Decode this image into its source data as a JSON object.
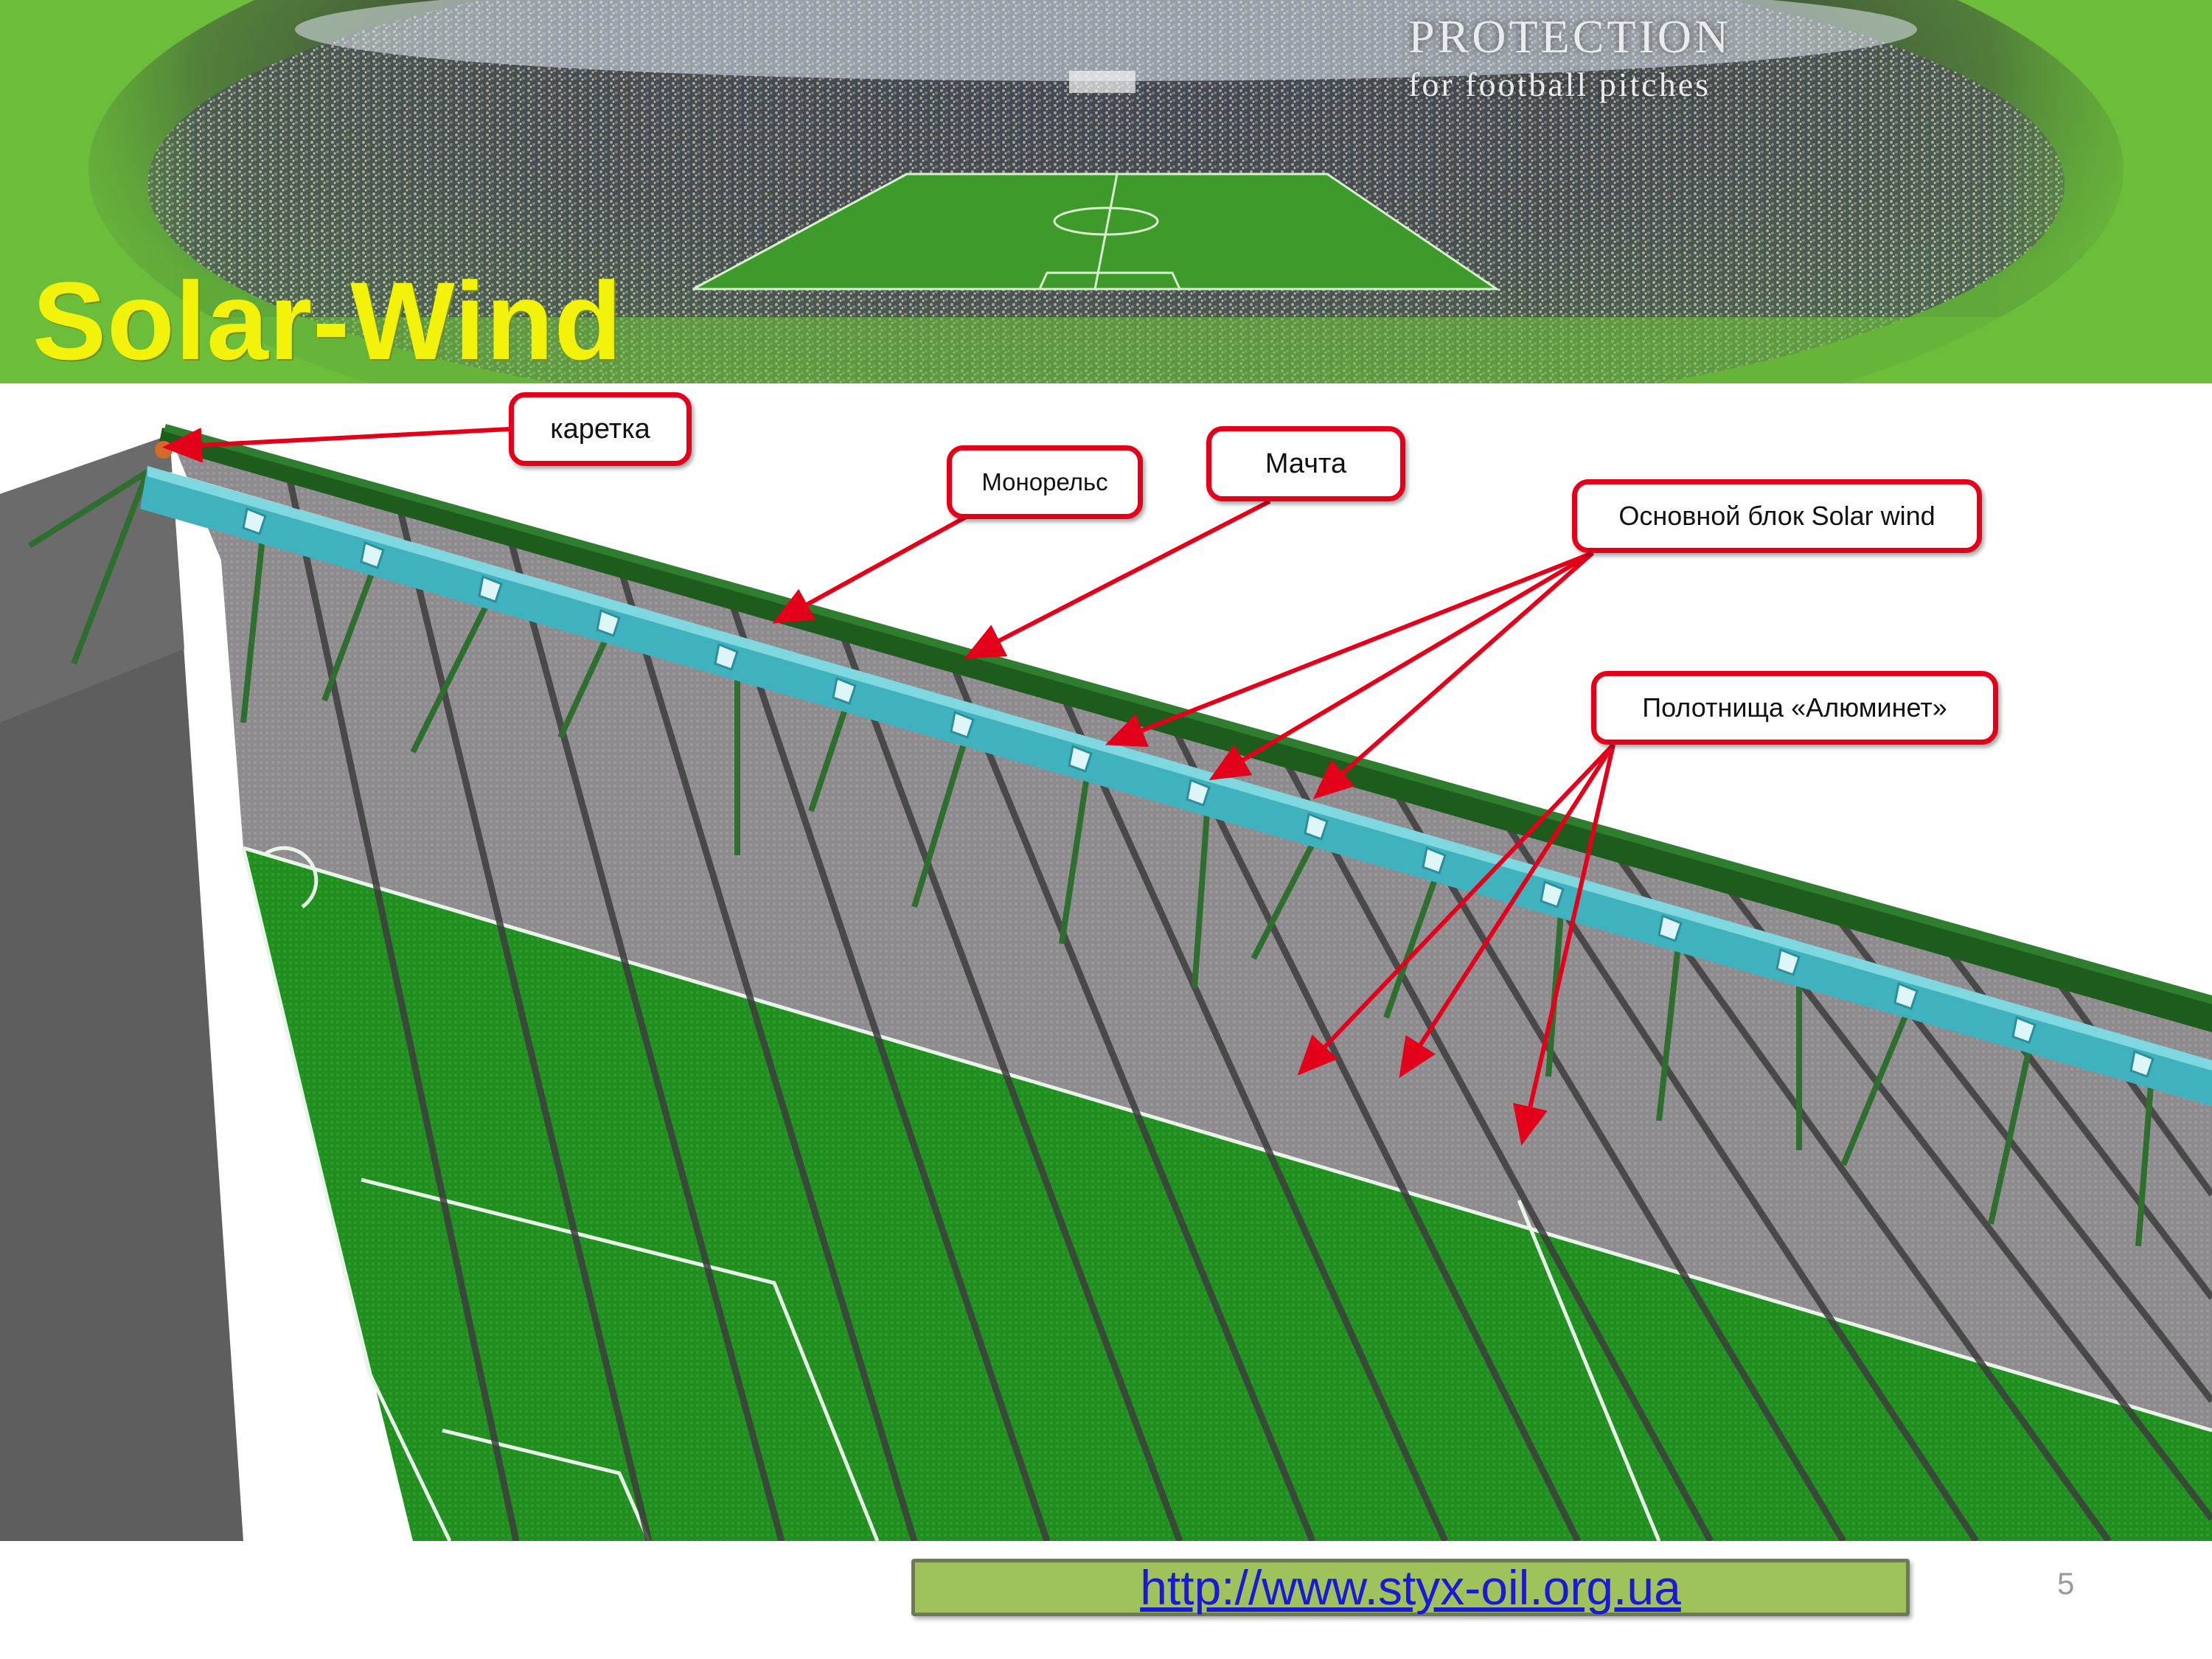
{
  "header": {
    "title": "Solar-Wind",
    "brand_line1": "PROTECTION",
    "brand_line2": "for football pitches"
  },
  "labels": {
    "carriage": "каретка",
    "monorail": "Монорельс",
    "mast": "Мачта",
    "main_block": "Основной блок Solar wind",
    "panels": "Полотнища «Алюминет»"
  },
  "footer": {
    "url": "http://www.styx-oil.org.ua",
    "page_number": "5"
  },
  "colors": {
    "header_green": "#6cbd3a",
    "title_yellow": "#f2f20a",
    "callout_red": "#e3001b",
    "pitch_green": "#1f8f1f",
    "cover_gray": "#8c8a8c",
    "module_cyan": "#40b8c4",
    "url_box_green": "#9fc25a"
  }
}
